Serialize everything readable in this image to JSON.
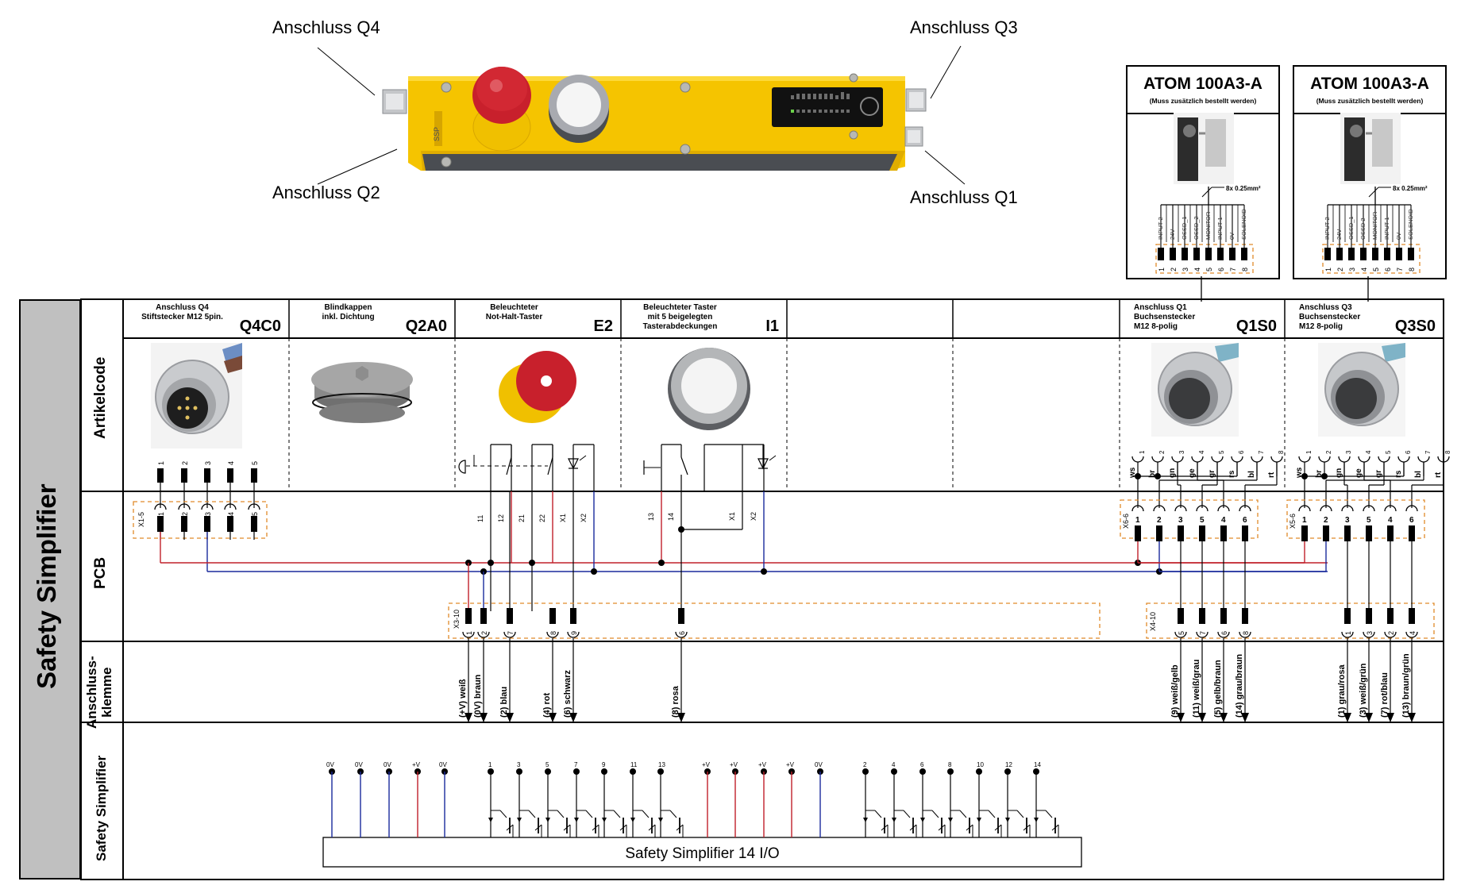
{
  "product": {
    "callouts": [
      {
        "id": "q4",
        "label": "Anschluss Q4"
      },
      {
        "id": "q2",
        "label": "Anschluss Q2"
      },
      {
        "id": "q3",
        "label": "Anschluss Q3"
      },
      {
        "id": "q1",
        "label": "Anschluss Q1"
      }
    ],
    "colors": {
      "housing": "#f5c400",
      "housing_dark": "#d9a800",
      "base": "#4a4d52",
      "estop": "#c8202c",
      "button_ring": "#a8aab0"
    }
  },
  "atom_boxes": [
    {
      "title": "ATOM 100A3-A",
      "subtitle": "(Muss zusätzlich bestellt werden)",
      "cable_note": "8x 0.25mm²",
      "pins": [
        {
          "num": "1",
          "label": "INPUT 2"
        },
        {
          "num": "2",
          "label": "24V"
        },
        {
          "num": "3",
          "label": "OSSD_1"
        },
        {
          "num": "4",
          "label": "OSSD_2"
        },
        {
          "num": "5",
          "label": "MONITOR"
        },
        {
          "num": "6",
          "label": "INPUT 1"
        },
        {
          "num": "7",
          "label": "0V"
        },
        {
          "num": "8",
          "label": "SOLENOID"
        }
      ]
    },
    {
      "title": "ATOM 100A3-A",
      "subtitle": "(Muss zusätzlich bestellt werden)",
      "cable_note": "8x 0.25mm²",
      "pins": [
        {
          "num": "1",
          "label": "INPUT 2"
        },
        {
          "num": "2",
          "label": "24V"
        },
        {
          "num": "3",
          "label": "OSSD_1"
        },
        {
          "num": "4",
          "label": "OSSD 2"
        },
        {
          "num": "5",
          "label": "MONITOR"
        },
        {
          "num": "6",
          "label": "INPUT 1"
        },
        {
          "num": "7",
          "label": "0V"
        },
        {
          "num": "8",
          "label": "SOLENOID"
        }
      ]
    }
  ],
  "side": {
    "main_title": "Safety Simplifier",
    "rows": [
      "Artikelcode",
      "PCB",
      "Anschluss-\nklemme",
      "Safety Simplifier"
    ]
  },
  "columns": [
    {
      "desc": "Anschluss Q4\nStiftstecker M12 5pin.",
      "code": "Q4C0"
    },
    {
      "desc": "Blindkappen\ninkl. Dichtung",
      "code": "Q2A0"
    },
    {
      "desc": "Beleuchteter\nNot-Halt-Taster",
      "code": "E2"
    },
    {
      "desc": "Beleuchteter Taster\nmit 5 beigelegten\nTasterabdeckungen",
      "code": "I1"
    },
    {
      "desc": "",
      "code": ""
    },
    {
      "desc": "",
      "code": ""
    },
    {
      "desc": "Anschluss Q1\nBuchsenstecker\nM12 8-polig",
      "code": "Q1S0"
    },
    {
      "desc": "Anschluss Q3\nBuchsenstecker\nM12 8-polig",
      "code": "Q3S0"
    }
  ],
  "q4_pins": [
    "1",
    "2",
    "3",
    "4",
    "5"
  ],
  "connectors": {
    "x1": {
      "name": "X1-5",
      "pins": [
        "1",
        "2",
        "3",
        "4",
        "5"
      ]
    },
    "x3": {
      "name": "X3-10",
      "pins": [
        "1",
        "2",
        "7",
        "8",
        "9",
        "6"
      ]
    },
    "x6": {
      "name": "X6-6",
      "pins": [
        "1",
        "2",
        "3",
        "5",
        "4",
        "6"
      ]
    },
    "x5": {
      "name": "X5-6",
      "pins": [
        "1",
        "2",
        "3",
        "5",
        "4",
        "6"
      ]
    },
    "x4": {
      "name": "X4-10",
      "pins": [
        "5",
        "7",
        "6",
        "8",
        "1",
        "3",
        "2",
        "4"
      ]
    }
  },
  "estop_wires": [
    "11",
    "12",
    "21",
    "22",
    "X1",
    "X2"
  ],
  "button_wires": [
    "13",
    "14",
    "X1",
    "X2"
  ],
  "m12_8pin": {
    "pins": [
      "1",
      "2",
      "3",
      "4",
      "5",
      "6",
      "7",
      "8"
    ],
    "colors": [
      "ws",
      "br",
      "gn",
      "ge",
      "gr",
      "rs",
      "bl",
      "rt"
    ]
  },
  "terminal_labels": {
    "left": [
      "(+V) weiß",
      "(0V) braun",
      "(2) blau",
      "(4) rot",
      "(6) schwarz",
      "(8) rosa"
    ],
    "q1": [
      "(9) weiß/gelb",
      "(11) weiß/grau",
      "(5) gelb/braun",
      "(14) grau/braun"
    ],
    "q3": [
      "(1)  grau/rosa",
      "(3) weiß/grün",
      "(7) rot/blau",
      "(13) braun/grün"
    ]
  },
  "simplifier": {
    "power_left": [
      "0V",
      "0V",
      "0V",
      "+V",
      "0V"
    ],
    "odd_io": [
      "1",
      "3",
      "5",
      "7",
      "9",
      "11",
      "13"
    ],
    "power_right": [
      "+V",
      "+V",
      "+V",
      "+V",
      "0V"
    ],
    "even_io": [
      "2",
      "4",
      "6",
      "8",
      "10",
      "12",
      "14"
    ],
    "box_label": "Safety Simplifier 14 I/O"
  },
  "wire_colors": {
    "plus": "#c0202a",
    "zero": "#1a2a9c",
    "signal": "#000000",
    "dashed_box": "#e08a2a",
    "side_band": "#c0c0c0"
  }
}
